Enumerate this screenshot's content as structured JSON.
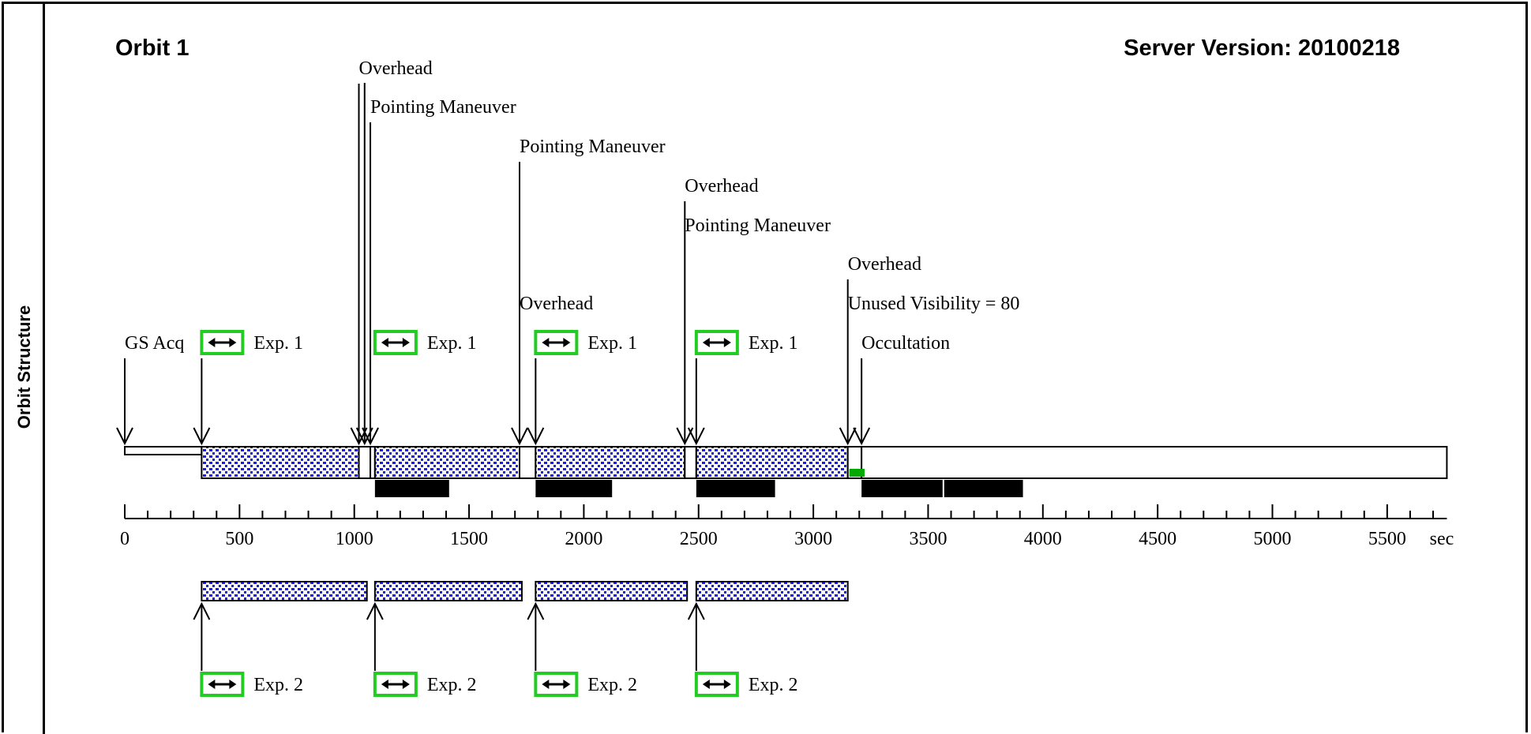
{
  "header": {
    "orbit_title": "Orbit 1",
    "server_version": "Server Version: 20100218",
    "side_label": "Orbit Structure"
  },
  "colors": {
    "dotted_fill": "#1a1aff",
    "bracket_green": "#22cc22",
    "line": "#000000",
    "marker_green": "#00aa00"
  },
  "chart_data": {
    "type": "timeline",
    "x_unit": "sec",
    "xlim": [
      0,
      5750
    ],
    "ticks": [
      0,
      500,
      1000,
      1500,
      2000,
      2500,
      3000,
      3500,
      4000,
      4500,
      5000,
      5500
    ],
    "tick_labels": [
      "0",
      "500",
      "1000",
      "1500",
      "2000",
      "2500",
      "3000",
      "3500",
      "4000",
      "4500",
      "5000",
      "5500",
      "sec"
    ],
    "minor_tick_step": 100,
    "orbit_segments": [
      {
        "label": "GS Acq",
        "start": 0,
        "end": 335,
        "style": "open"
      },
      {
        "label": "Exp. 1",
        "start": 335,
        "end": 1020,
        "style": "dotted"
      },
      {
        "label": "Overhead",
        "start": 1020,
        "end": 1070,
        "style": "open"
      },
      {
        "label": "Pointing Maneuver",
        "start": 1070,
        "end": 1090,
        "style": "open"
      },
      {
        "label": "Exp. 1",
        "start": 1090,
        "end": 1720,
        "style": "dotted"
      },
      {
        "label": "Overhead",
        "start": 1720,
        "end": 1790,
        "style": "open"
      },
      {
        "label": "Exp. 1",
        "start": 1790,
        "end": 2440,
        "style": "dotted"
      },
      {
        "label": "Overhead",
        "start": 2440,
        "end": 2490,
        "style": "open"
      },
      {
        "label": "Exp. 1",
        "start": 2490,
        "end": 3150,
        "style": "dotted"
      },
      {
        "label": "Overhead",
        "start": 3150,
        "end": 3210,
        "style": "open"
      },
      {
        "label": "Occultation",
        "start": 3210,
        "end": 5760,
        "style": "open"
      }
    ],
    "black_bars": [
      {
        "start": 1090,
        "end": 1420
      },
      {
        "start": 1790,
        "end": 2130
      },
      {
        "start": 2490,
        "end": 2840
      },
      {
        "start": 3210,
        "end": 3570
      },
      {
        "start": 3570,
        "end": 3920
      }
    ],
    "green_marker": {
      "start": 3150,
      "end": 3230
    },
    "top_annotations": [
      {
        "text": "GS Acq",
        "x": 0,
        "row": 7,
        "bracket": false
      },
      {
        "text": "Exp. 1",
        "x": 335,
        "row": 7,
        "bracket": true
      },
      {
        "text": "Overhead",
        "x": 1020,
        "row": 0,
        "bracket": false
      },
      {
        "text": "Pointing Maneuver",
        "x": 1070,
        "row": 1,
        "bracket": false
      },
      {
        "text": "Exp. 1",
        "x": 1090,
        "row": 7,
        "bracket": true
      },
      {
        "text": "Pointing Maneuver",
        "x": 1720,
        "row": 2,
        "bracket": false
      },
      {
        "text": "Overhead",
        "x": 1720,
        "row": 6,
        "bracket": false
      },
      {
        "text": "Exp. 1",
        "x": 1790,
        "row": 7,
        "bracket": true
      },
      {
        "text": "Overhead",
        "x": 2440,
        "row": 3,
        "bracket": false
      },
      {
        "text": "Pointing Maneuver",
        "x": 2440,
        "row": 4,
        "bracket": false
      },
      {
        "text": "Exp. 1",
        "x": 2490,
        "row": 7,
        "bracket": true
      },
      {
        "text": "Overhead",
        "x": 3150,
        "row": 5,
        "bracket": false
      },
      {
        "text": "Unused Visibility = 80",
        "x": 3150,
        "row": 6,
        "bracket": false
      },
      {
        "text": "Occultation",
        "x": 3210,
        "row": 7,
        "bracket": false
      }
    ],
    "top_arrows": [
      0,
      335,
      1020,
      1045,
      1070,
      1720,
      1790,
      2440,
      2490,
      3150,
      3210
    ],
    "exp2_segments": [
      {
        "label": "Exp. 2",
        "start": 335,
        "end": 1055
      },
      {
        "label": "Exp. 2",
        "start": 1090,
        "end": 1730
      },
      {
        "label": "Exp. 2",
        "start": 1790,
        "end": 2450
      },
      {
        "label": "Exp. 2",
        "start": 2490,
        "end": 3150
      }
    ]
  }
}
